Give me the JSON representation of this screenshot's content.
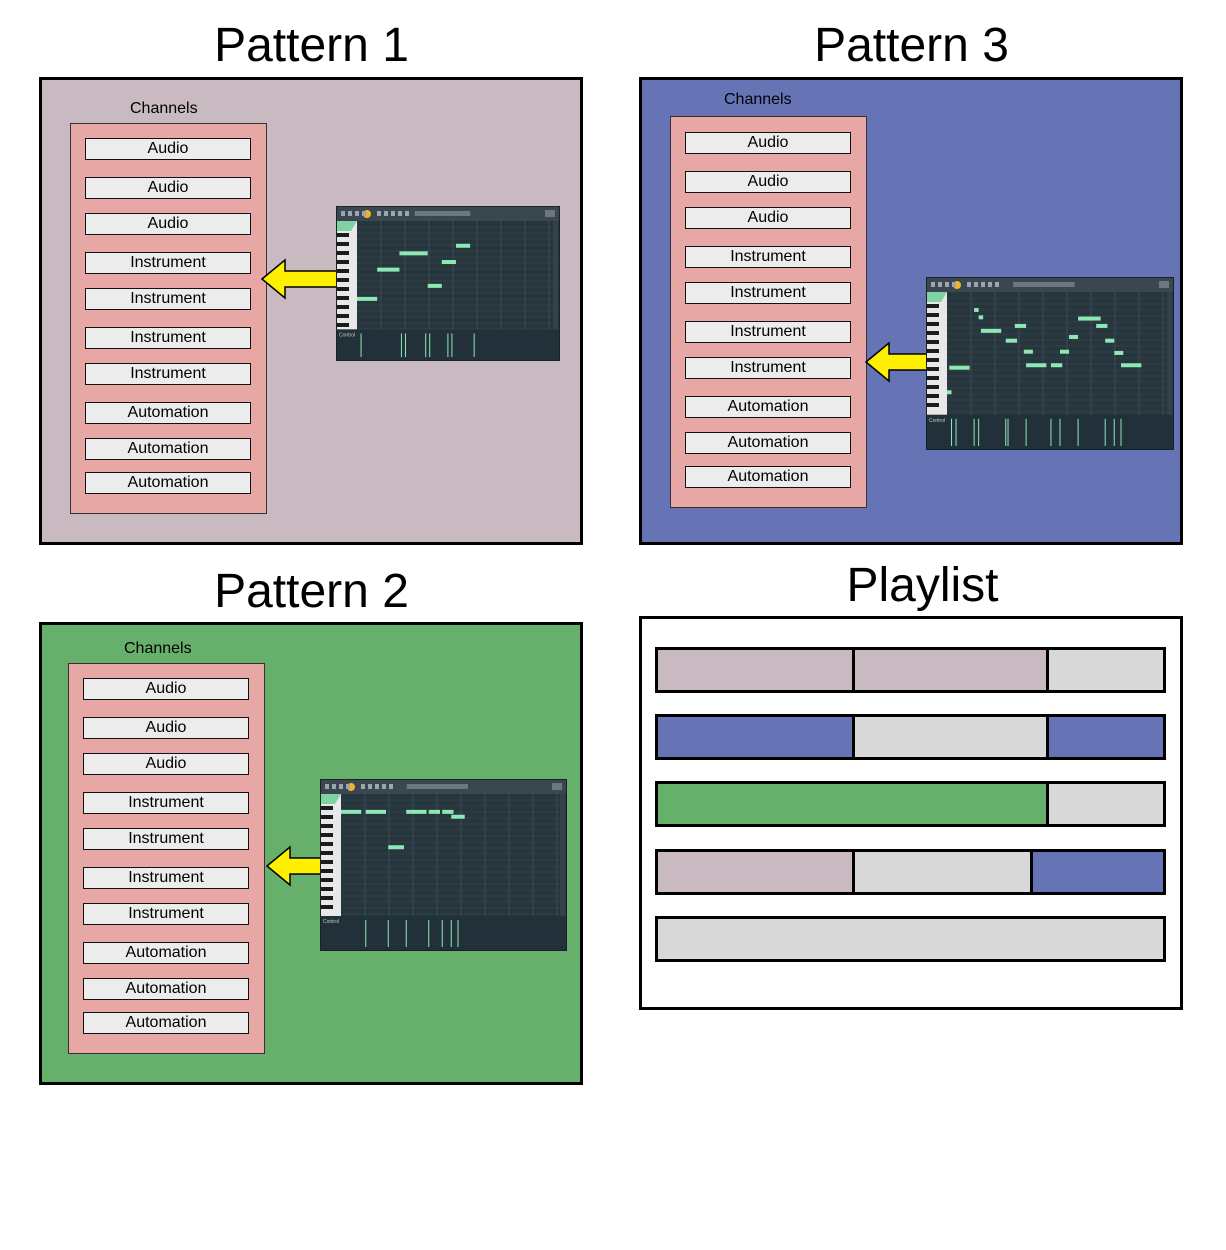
{
  "colors": {
    "pattern1": "#c8bac0",
    "pattern2": "#67b06b",
    "pattern3": "#6674b6",
    "empty": "#d8d8d8",
    "channels_bg": "#e6a7a5",
    "arrow": "#ffef00"
  },
  "patterns": [
    {
      "title": "Pattern 1",
      "channels_label": "Channels",
      "channels": [
        "Audio",
        "Audio",
        "Audio",
        "Instrument",
        "Instrument",
        "Instrument",
        "Instrument",
        "Automation",
        "Automation",
        "Automation"
      ]
    },
    {
      "title": "Pattern 3",
      "channels_label": "Channels",
      "channels": [
        "Audio",
        "Audio",
        "Audio",
        "Instrument",
        "Instrument",
        "Instrument",
        "Instrument",
        "Automation",
        "Automation",
        "Automation"
      ]
    },
    {
      "title": "Pattern 2",
      "channels_label": "Channels",
      "channels": [
        "Audio",
        "Audio",
        "Audio",
        "Instrument",
        "Instrument",
        "Instrument",
        "Instrument",
        "Automation",
        "Automation",
        "Automation"
      ]
    }
  ],
  "playlist": {
    "title": "Playlist",
    "rows": [
      [
        "pattern1",
        "pattern1",
        "empty"
      ],
      [
        "pattern3",
        "empty",
        "pattern3"
      ],
      [
        "pattern2",
        "empty"
      ],
      [
        "pattern1",
        "empty",
        "pattern3"
      ],
      [
        "empty"
      ]
    ]
  },
  "piano_roll": {
    "controls_label": "Control"
  }
}
